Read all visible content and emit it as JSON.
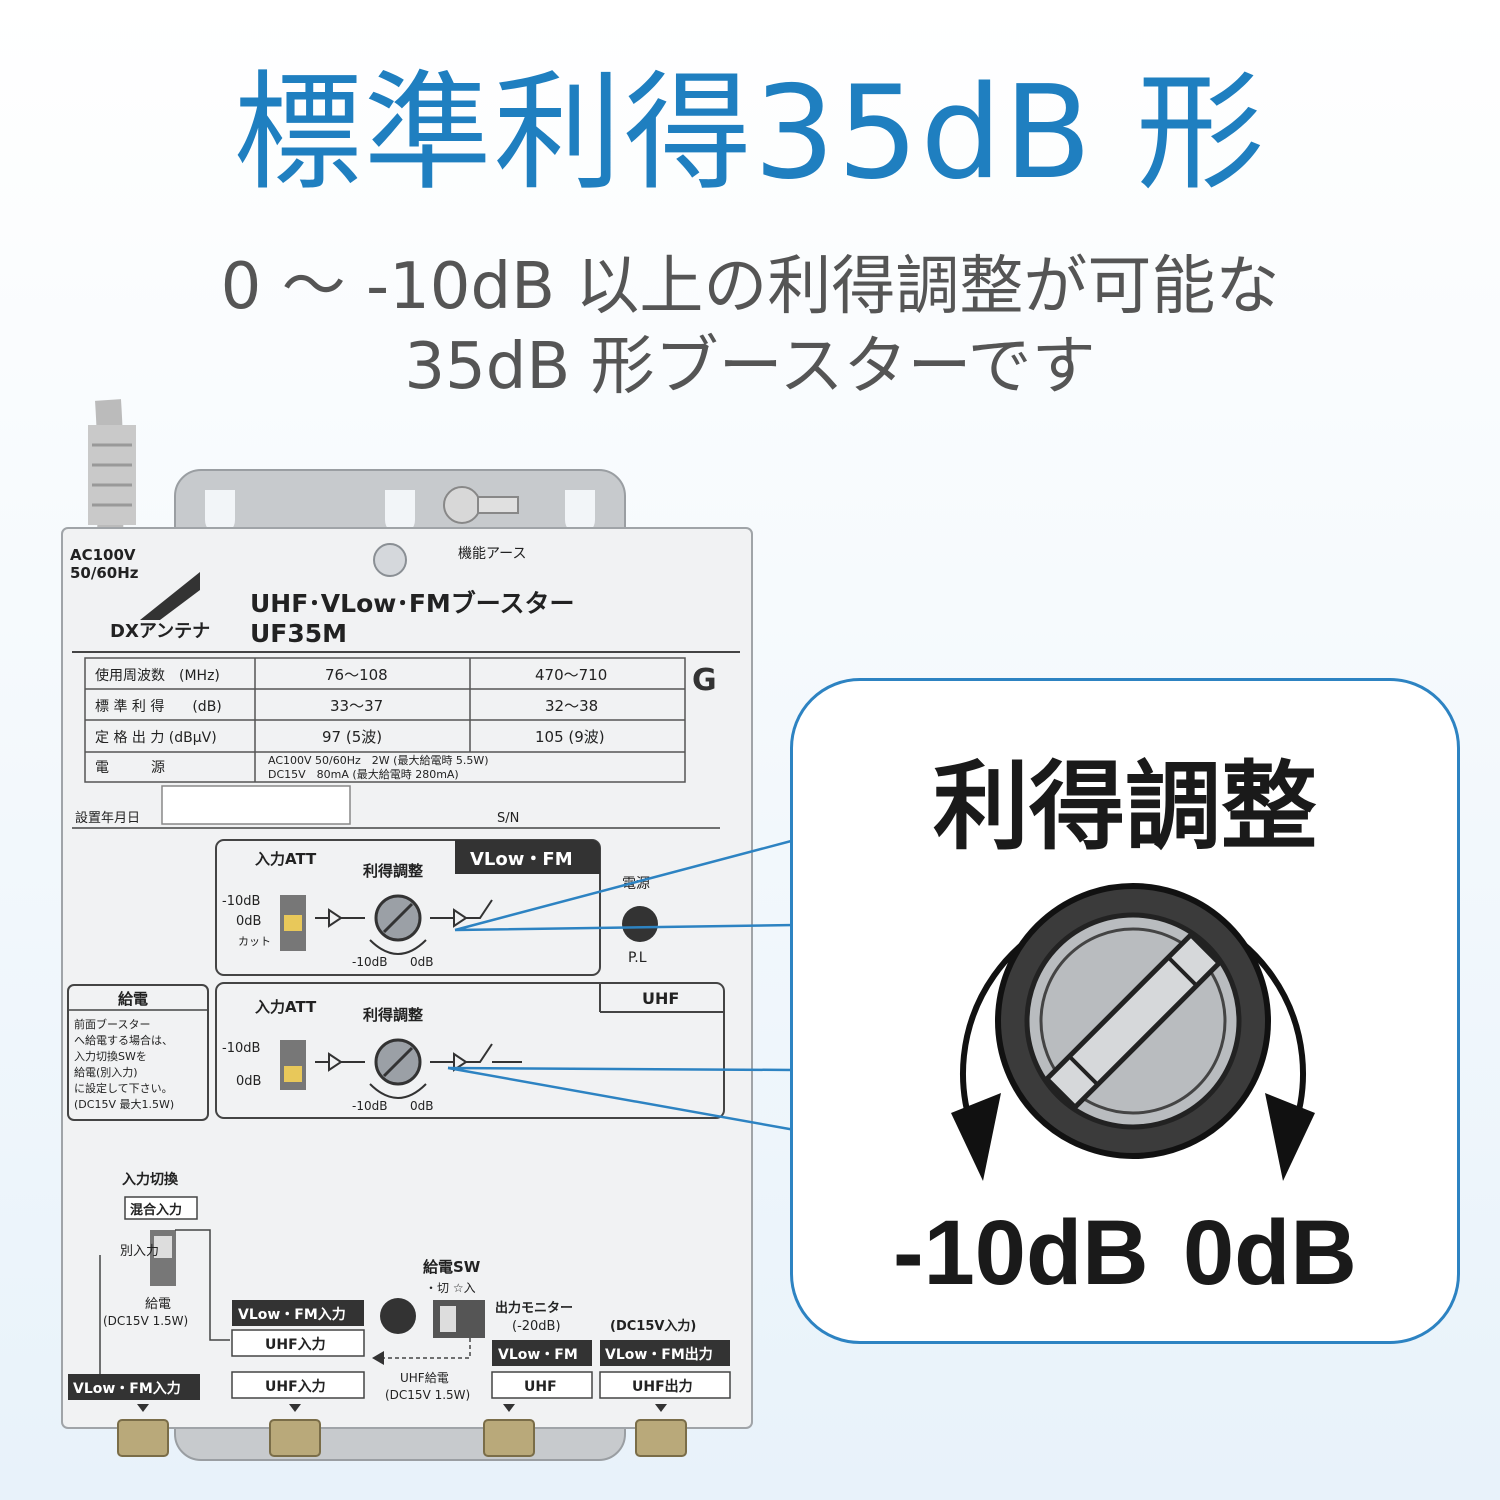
{
  "headline": "標準利得35dB 形",
  "subline1": "0 ～ -10dB 以上の利得調整が可能な",
  "subline2": "35dB 形ブースターです",
  "device": {
    "power_label_1": "AC100V",
    "power_label_2": "50/60Hz",
    "earth_label": "機能アース",
    "brand": "DXアンテナ",
    "product_name": "UHF･VLow･FMブースター",
    "model": "UF35M",
    "g_mark": "G",
    "spec_rows": [
      {
        "label": "使用周波数　(MHz)",
        "v1": "76〜108",
        "v2": "470〜710"
      },
      {
        "label": "標 準 利 得　　(dB)",
        "v1": "33〜37",
        "v2": "32〜38"
      },
      {
        "label": "定 格 出 力 (dBμV)",
        "v1": "97 (5波)",
        "v2": "105 (9波)"
      },
      {
        "label": "電　　　源",
        "v1": "AC100V 50/60Hz　2W (最大給電時 5.5W)",
        "v2": "DC15V　80mA (最大給電時 280mA)"
      }
    ],
    "install_date": "設置年月日",
    "sn": "S/N",
    "vlow_fm_label": "VLow・FM",
    "uhf_label": "UHF",
    "input_att": "入力ATT",
    "gain_adjust": "利得調整",
    "att_minus10": "-10dB",
    "att_0": "0dB",
    "att_cut": "カット",
    "knob_minus10": "-10dB",
    "knob_0": "0dB",
    "power_led": "電源",
    "pl": "P.L",
    "feed_title": "給電",
    "feed_note": [
      "前面ブースター",
      "へ給電する場合は、",
      "入力切換SWを",
      "給電(別入力)",
      "に設定して下さい。",
      "(DC15V 最大1.5W)"
    ],
    "input_switch": "入力切換",
    "mixed_input": "混合入力",
    "separate_input": "別入力",
    "feed_arrow": "給電",
    "feed_spec": "(DC15V 1.5W)",
    "vlow_fm_input": "VLow・FM入力",
    "uhf_input": "UHF入力",
    "feed_sw": "給電SW",
    "feed_sw_states": "・切 ☆入",
    "output_monitor": "出力モニター",
    "monitor_level": "(-20dB)",
    "dc_input": "(DC15V入力)",
    "vlow_fm_out": "VLow・FM出力",
    "uhf_out": "UHF出力",
    "vlow_fm_short": "VLow・FM",
    "uhf_short": "UHF",
    "uhf_feed": "UHF給電",
    "uhf_feed_spec": "(DC15V 1.5W)"
  },
  "callout": {
    "title": "利得調整",
    "minus_label": "-10dB",
    "zero_label": "0dB"
  },
  "colors": {
    "accent": "#1f7fc0",
    "callout_border": "#2d83c2"
  }
}
